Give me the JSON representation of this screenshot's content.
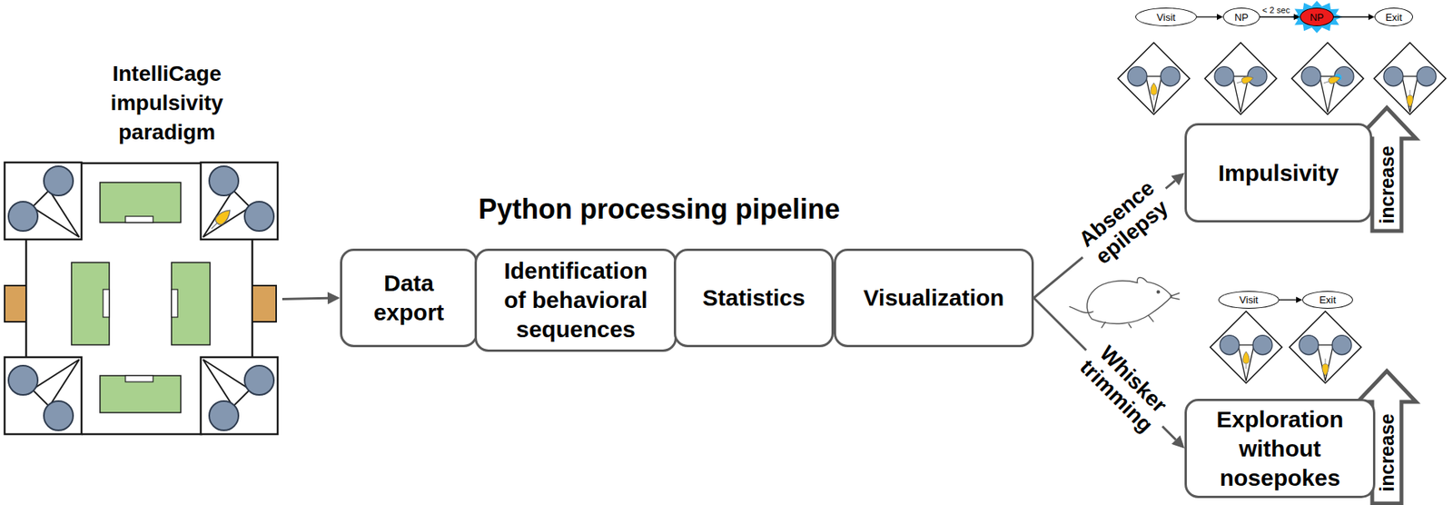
{
  "diagram": {
    "nodes": [
      {
        "text": [
          "IntelliCage impulsivity paradigm"
        ]
      },
      {
        "text": [
          "Data export"
        ]
      },
      {
        "text": [
          "Identification of behavioral sequences"
        ]
      },
      {
        "text": [
          "Statistics"
        ]
      },
      {
        "text": [
          "Visualization"
        ]
      },
      {
        "text": [
          "Visit"
        ]
      },
      {
        "text": [
          "NP"
        ]
      },
      {
        "text": [
          "NP"
        ]
      },
      {
        "text": [
          "Exit"
        ]
      },
      {
        "text": [
          "Impulsivity"
        ]
      },
      {
        "text": [
          "Visit"
        ]
      },
      {
        "text": [
          "Exit"
        ]
      },
      {
        "text": [
          "Exploration without nosepokes"
        ]
      }
    ],
    "edges": [
      {
        "from": 0,
        "to": 1,
        "arrow": "to"
      },
      {
        "from": 4,
        "to": 9,
        "label": "Absence epilepsy",
        "arrow": "to"
      },
      {
        "from": 4,
        "to": 12,
        "label": "Whisker trimming",
        "arrow": "to"
      },
      {
        "from": 5,
        "to": 6,
        "arrow": "to"
      },
      {
        "from": 6,
        "to": 7,
        "label": "< 2 sec",
        "arrow": "to"
      },
      {
        "from": 7,
        "to": 8,
        "arrow": "to"
      },
      {
        "from": 10,
        "to": 11,
        "arrow": "to"
      }
    ],
    "labels": [
      "Python processing pipeline",
      "increase",
      "increase"
    ]
  }
}
